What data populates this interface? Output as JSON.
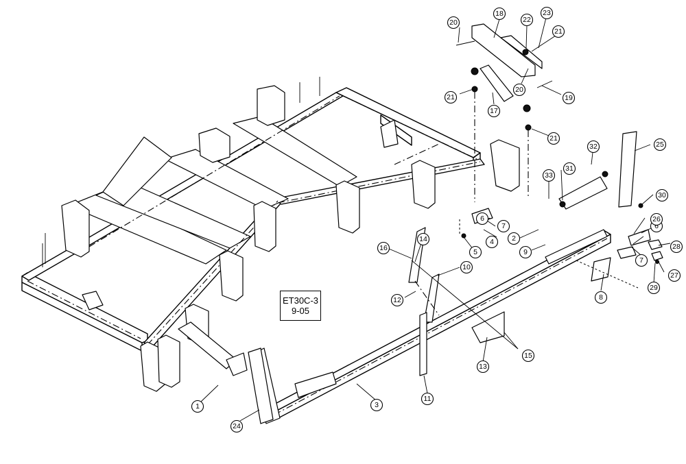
{
  "drawing_label": {
    "code": "ET30C-3",
    "date": "9-05"
  },
  "callouts": [
    "1",
    "2",
    "3",
    "4",
    "5",
    "6",
    "6",
    "7",
    "7",
    "8",
    "9",
    "10",
    "11",
    "12",
    "13",
    "14",
    "15",
    "16",
    "17",
    "18",
    "19",
    "20",
    "20",
    "21",
    "21",
    "21",
    "22",
    "23",
    "24",
    "25",
    "26",
    "27",
    "28",
    "29",
    "30",
    "31",
    "32",
    "33"
  ]
}
